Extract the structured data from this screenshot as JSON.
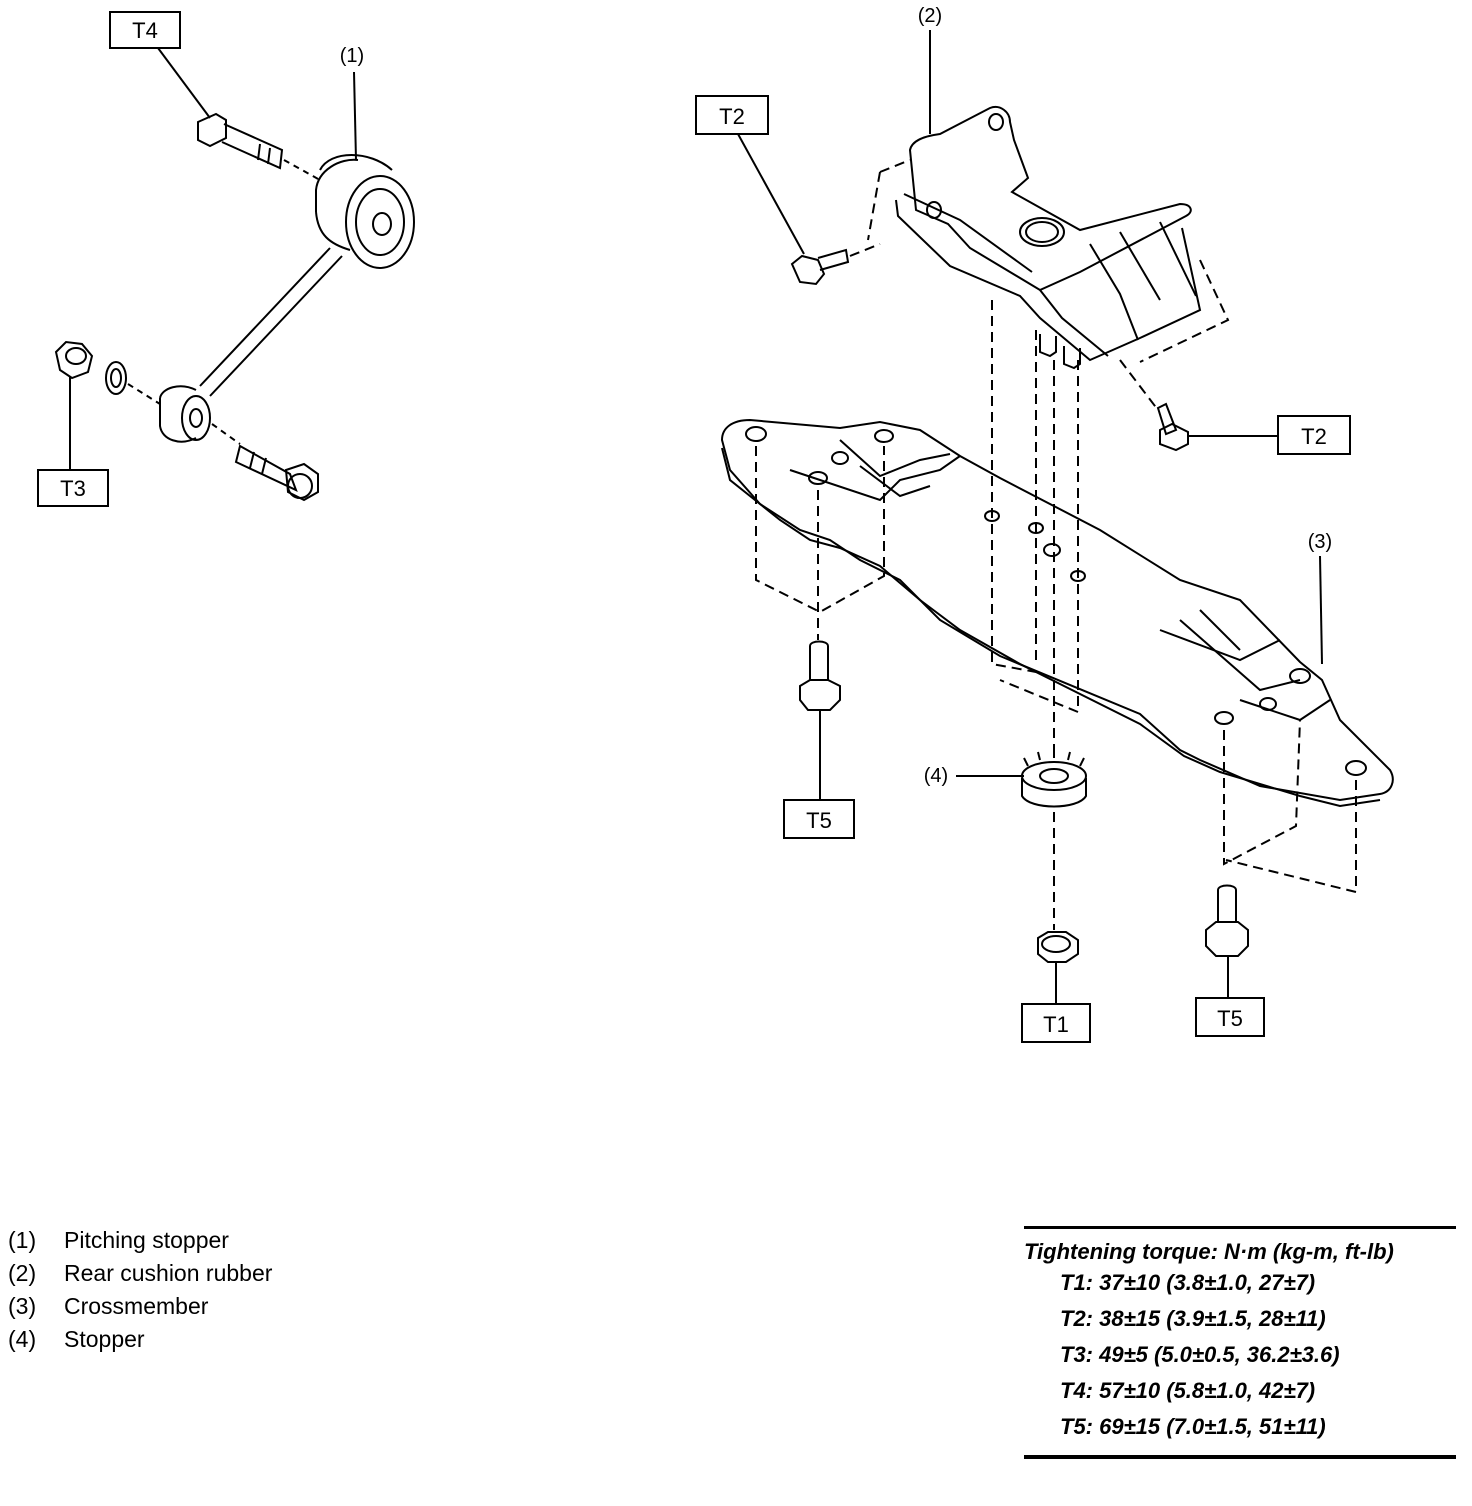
{
  "tags": {
    "t1": "T1",
    "t2": "T2",
    "t3": "T3",
    "t4": "T4",
    "t5": "T5"
  },
  "callouts": {
    "c1": "(1)",
    "c2": "(2)",
    "c3": "(3)",
    "c4": "(4)"
  },
  "legend": [
    {
      "num": "(1)",
      "label": "Pitching stopper"
    },
    {
      "num": "(2)",
      "label": "Rear cushion rubber"
    },
    {
      "num": "(3)",
      "label": "Crossmember"
    },
    {
      "num": "(4)",
      "label": "Stopper"
    }
  ],
  "torque": {
    "title": "Tightening torque: N·m (kg-m, ft-lb)",
    "lines": [
      "T1: 37±10 (3.8±1.0, 27±7)",
      "T2: 38±15 (3.9±1.5, 28±11)",
      "T3: 49±5 (5.0±0.5, 36.2±3.6)",
      "T4: 57±10 (5.8±1.0, 42±7)",
      "T5: 69±15 (7.0±1.5, 51±11)"
    ]
  }
}
